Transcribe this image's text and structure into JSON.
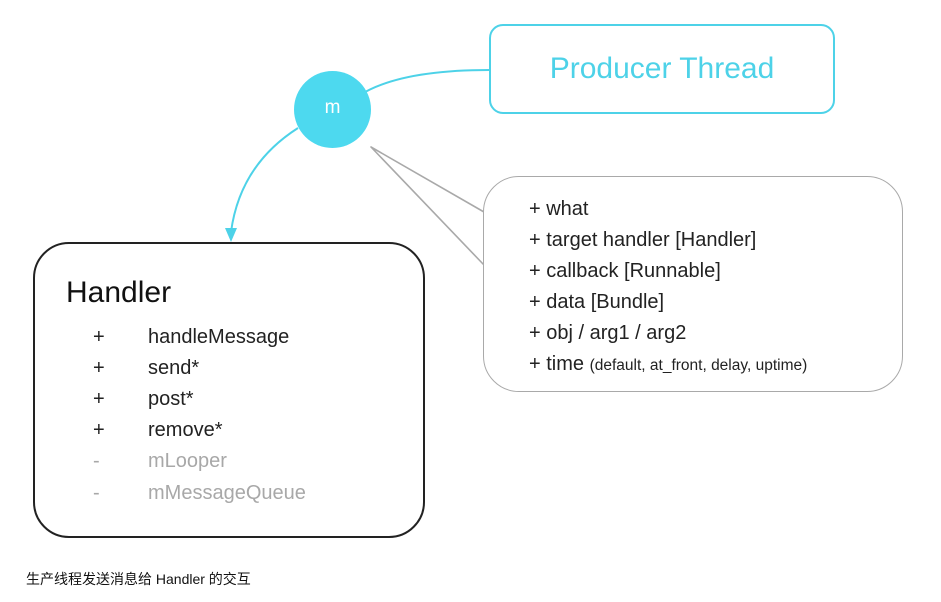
{
  "producer": {
    "label": "Producer Thread"
  },
  "message": {
    "label": "m"
  },
  "message_fields": [
    {
      "text": "+ what",
      "note": ""
    },
    {
      "text": "+ target handler [Handler]",
      "note": ""
    },
    {
      "text": "+ callback [Runnable]",
      "note": ""
    },
    {
      "text": "+ data [Bundle]",
      "note": ""
    },
    {
      "text": "+ obj / arg1 / arg2",
      "note": ""
    },
    {
      "text": "+ time ",
      "note": "(default, at_front, delay, uptime)"
    }
  ],
  "handler": {
    "title": "Handler",
    "members": [
      {
        "prefix": "+",
        "name": "handleMessage",
        "visibility": "public"
      },
      {
        "prefix": "+",
        "name": "send*",
        "visibility": "public"
      },
      {
        "prefix": "+",
        "name": "post*",
        "visibility": "public"
      },
      {
        "prefix": "+",
        "name": "remove*",
        "visibility": "public"
      },
      {
        "prefix": "-",
        "name": "mLooper",
        "visibility": "private"
      },
      {
        "prefix": "-",
        "name": "mMessageQueue",
        "visibility": "private"
      }
    ]
  },
  "caption": "生产线程发送消息给 Handler 的交互",
  "colors": {
    "accent": "#4dd2e8",
    "node_fill": "#4dd9ef",
    "public_text": "#222222",
    "private_text": "#a8a8a8",
    "callout_border": "#a9a9a9"
  }
}
